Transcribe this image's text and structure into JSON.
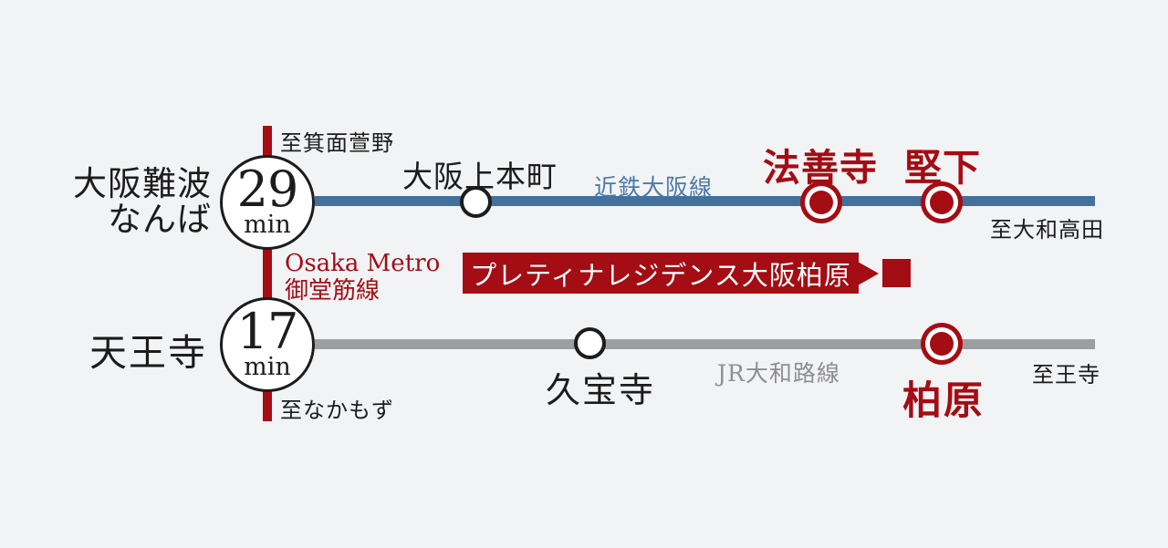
{
  "colors": {
    "accent_red": "#a40d13",
    "kintetsu_line_blue": "#43709c",
    "kintetsu_text_blue": "#4b7aa9",
    "jr_line_gray": "#9d9ea0",
    "jr_text_gray": "#8e8e90",
    "text_black": "#1c1c1c",
    "background": "#f2f3f5"
  },
  "top_route": {
    "direction_north_label": "至箕面萱野",
    "origin": {
      "name_line1": "大阪難波",
      "name_line2": "なんば"
    },
    "time": {
      "value": "29",
      "unit": "min"
    },
    "station_uehommachi": "大阪上本町",
    "line_label": "近鉄大阪線",
    "station_hozenji": "法善寺",
    "station_katashimo": "堅下",
    "direction_label": "至大和高田"
  },
  "metro": {
    "name_en": "Osaka Metro",
    "name_jp": "御堂筋線",
    "direction_south_label": "至なかもず"
  },
  "property_banner": {
    "label": "プレティナレジデンス大阪柏原"
  },
  "bottom_route": {
    "origin": {
      "name": "天王寺"
    },
    "time": {
      "value": "17",
      "unit": "min"
    },
    "station_kyuhoji": "久宝寺",
    "line_label": "JR大和路線",
    "station_kashiwara": "柏原",
    "direction_label": "至王寺"
  }
}
